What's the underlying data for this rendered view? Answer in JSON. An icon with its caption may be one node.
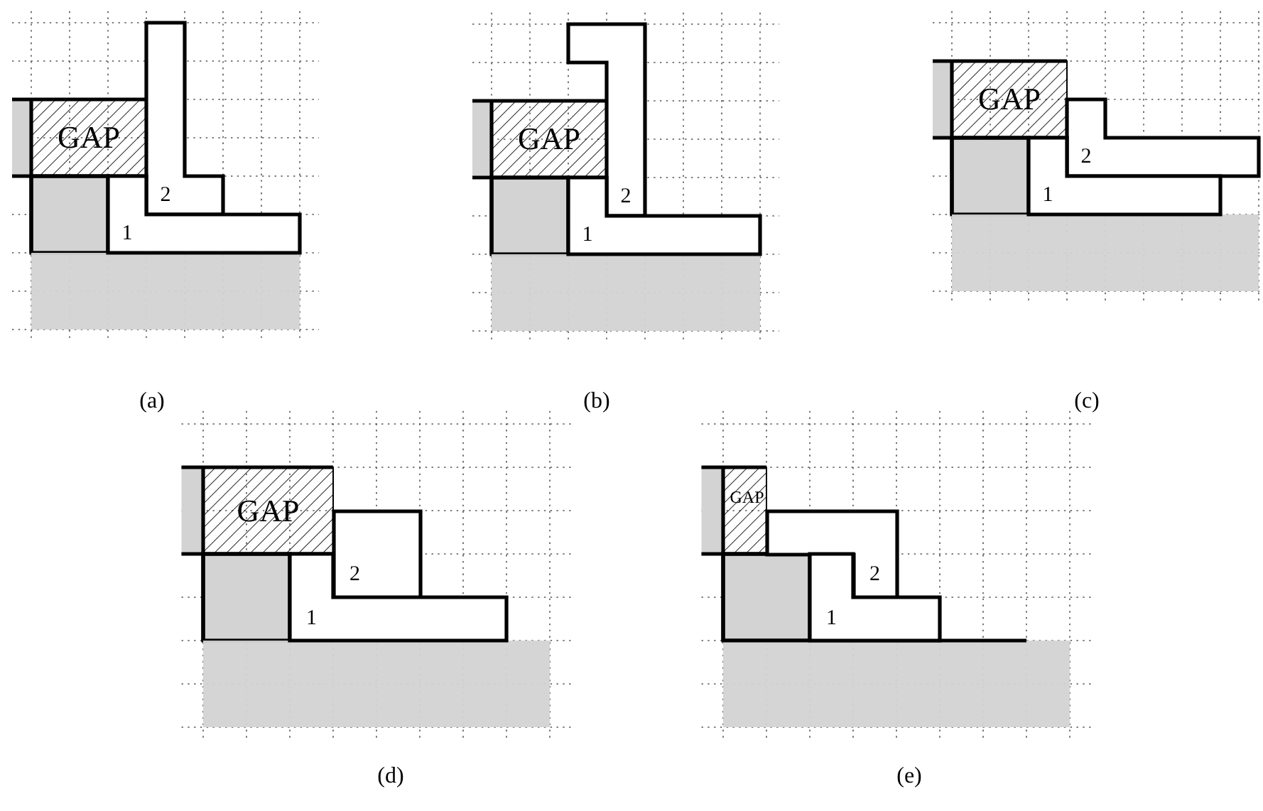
{
  "diagram": {
    "nodes": [
      {
        "text": [
          "GAP"
        ]
      },
      {
        "text": [
          "2"
        ]
      },
      {
        "text": [
          "1"
        ]
      },
      {
        "text": [
          "GAP"
        ]
      },
      {
        "text": [
          "2"
        ]
      },
      {
        "text": [
          "1"
        ]
      },
      {
        "text": [
          "GAP"
        ]
      },
      {
        "text": [
          "2"
        ]
      },
      {
        "text": [
          "1"
        ]
      },
      {
        "text": [
          "GAP"
        ]
      },
      {
        "text": [
          "2"
        ]
      },
      {
        "text": [
          "1"
        ]
      },
      {
        "text": [
          "GAP"
        ]
      },
      {
        "text": [
          "2"
        ]
      },
      {
        "text": [
          "1"
        ]
      }
    ],
    "labels": [
      "(a)",
      "(b)",
      "(c)",
      "(d)",
      "(e)"
    ]
  }
}
